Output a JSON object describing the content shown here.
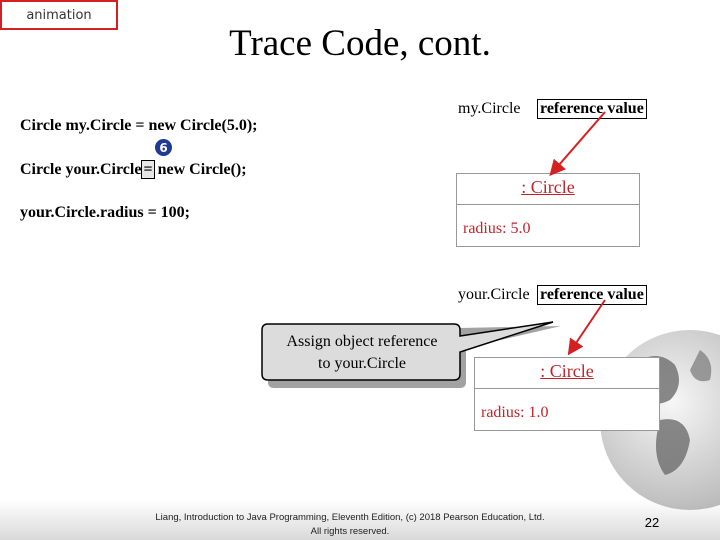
{
  "animation_tag": "animation",
  "title": "Trace Code, cont.",
  "code_lines": [
    "Circle my.Circle = new Circle(5.0);",
    "Circle your.Circle",
    "=",
    "new Circle();",
    "your.Circle.radius = 100;"
  ],
  "step_number": "6",
  "refs": {
    "my_label": "my.Circle",
    "my_value": "reference value",
    "your_label": "your.Circle",
    "your_value": "reference value"
  },
  "objects": [
    {
      "title": ": Circle",
      "field": "radius: 5.0"
    },
    {
      "title": ": Circle",
      "field": "radius: 1.0"
    }
  ],
  "callout": {
    "line1": "Assign object reference",
    "line2": "to your.Circle"
  },
  "footer": {
    "line1": "Liang, Introduction to Java Programming, Eleventh Edition, (c) 2018 Pearson Education, Ltd.",
    "line2": "All rights reserved."
  },
  "page_number": "22",
  "colors": {
    "accent_red": "#d42020",
    "object_text": "#c0242a",
    "step_circle": "#1f3a93"
  }
}
